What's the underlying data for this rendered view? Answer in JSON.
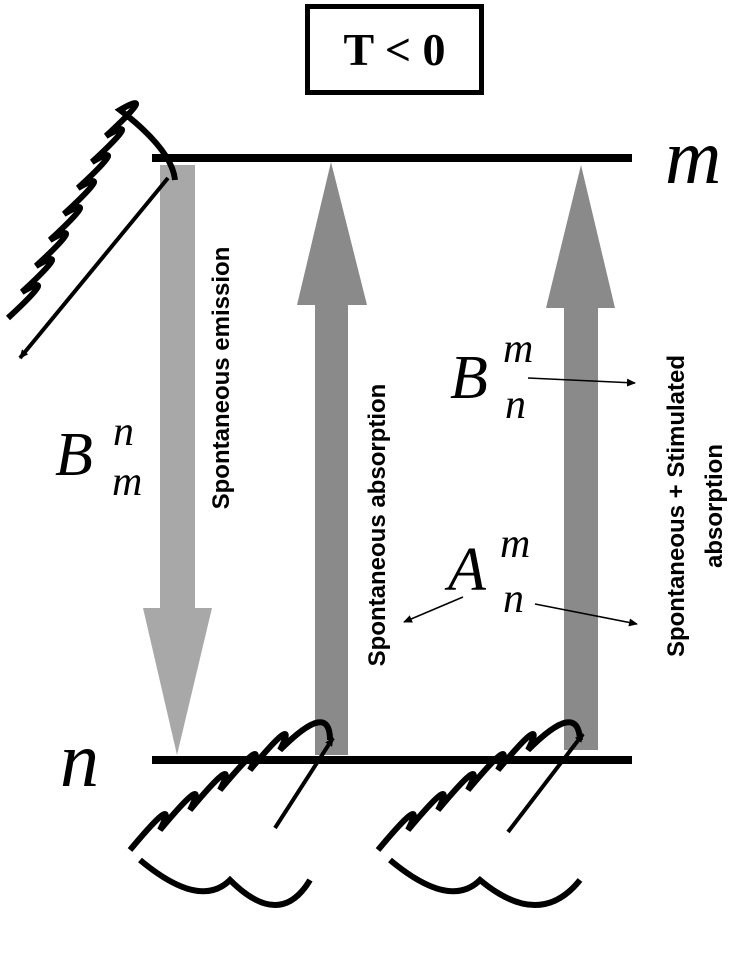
{
  "title": "T < 0",
  "levels": {
    "upper": "m",
    "lower": "n"
  },
  "coefficients": {
    "B_emission": {
      "base": "B",
      "sup": "n",
      "sub": "m"
    },
    "B_absorption": {
      "base": "B",
      "sup": "m",
      "sub": "n"
    },
    "A_absorption": {
      "base": "A",
      "sup": "m",
      "sub": "n"
    }
  },
  "process_labels": {
    "emission": "Spontaneous emission",
    "absorption": "Spontaneous absorption",
    "combined_line1": "Spontaneous + Stimulated",
    "combined_line2": "absorption"
  },
  "colors": {
    "arrow_light": "#a8a8a8",
    "arrow_dark": "#8a8a8a",
    "ink": "#000000"
  }
}
